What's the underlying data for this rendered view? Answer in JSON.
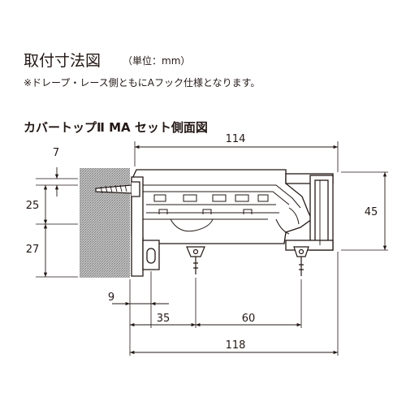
{
  "header": {
    "title": "取付寸法図",
    "unit": "（単位：mm）",
    "note": "※ドレープ・レース側ともにAフック仕様となります。",
    "subtitle": "カバートップⅡ MA セット側面図"
  },
  "dimensions": {
    "top_width": "114",
    "screw_offset": "7",
    "upper_height": "25",
    "lower_height": "27",
    "right_height": "45",
    "wall_gap": "9",
    "hook1_offset": "35",
    "hook_spacing": "60",
    "total_width": "118"
  },
  "colors": {
    "line": "#231815",
    "wall_hatch": "#8c8c8c",
    "background": "#ffffff"
  }
}
